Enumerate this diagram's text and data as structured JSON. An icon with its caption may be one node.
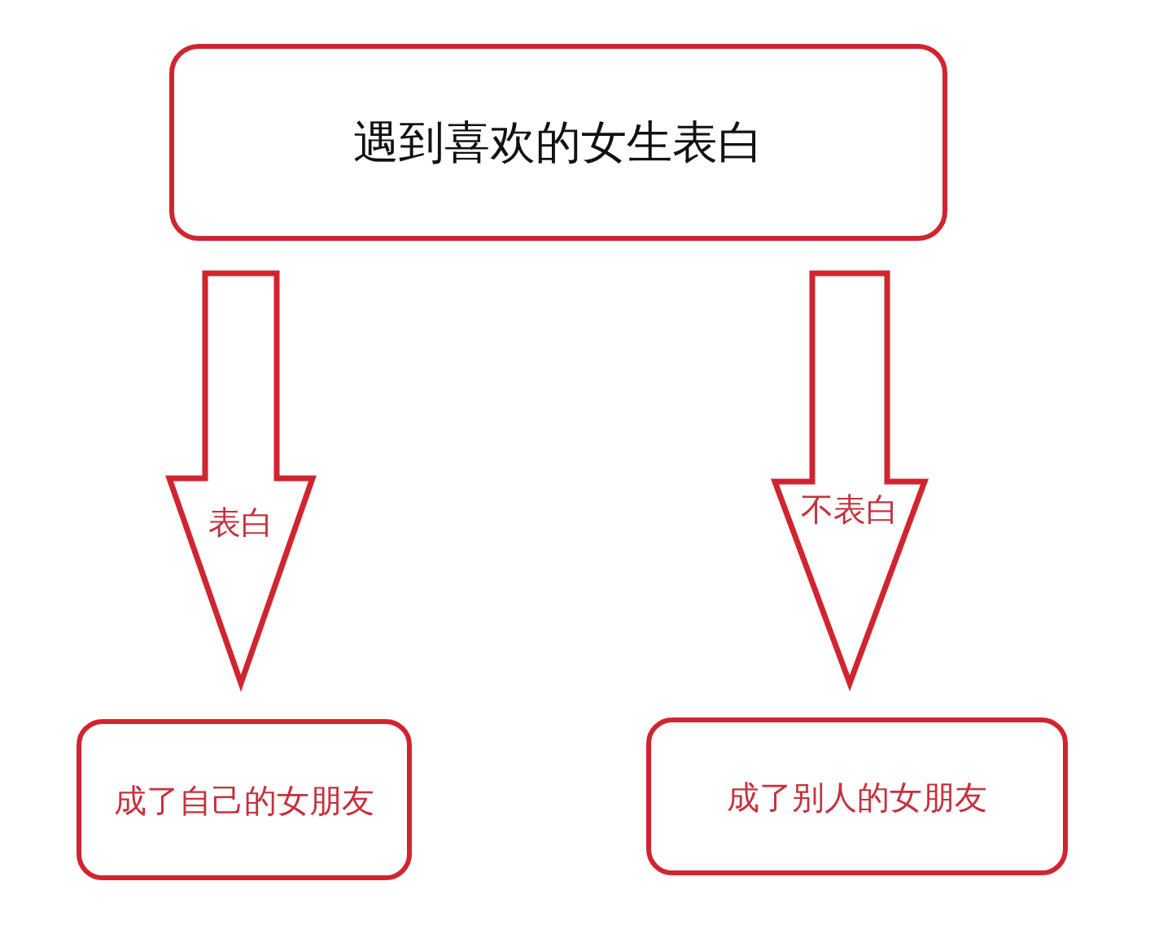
{
  "diagram": {
    "nodes": [
      {
        "text": [
          "遇到喜欢的女生表白"
        ]
      },
      {
        "text": [
          "成了自己的女朋友"
        ]
      },
      {
        "text": [
          "成了别人的女朋友"
        ]
      }
    ],
    "edges": [
      {
        "from": 0,
        "to": 1,
        "arrow": "to",
        "label": "表白"
      },
      {
        "from": 0,
        "to": 2,
        "arrow": "to",
        "label": "不表白"
      }
    ]
  }
}
